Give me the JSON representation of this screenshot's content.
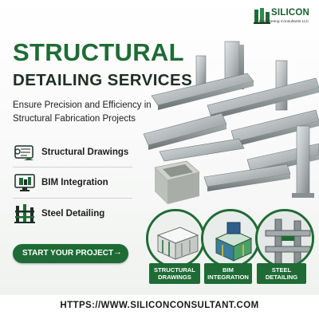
{
  "logo": {
    "name": "SILICON",
    "subtitle": "Engineering Consultants LLC"
  },
  "headline": {
    "line1": "STRUCTURAL",
    "line2": "DETAILING SERVICES"
  },
  "tagline": {
    "line1": "Ensure Precision and Efficiency in",
    "line2": "Structural Fabrication Projects"
  },
  "services": [
    {
      "label": "Structural Drawings",
      "icon": "blueprint-icon"
    },
    {
      "label": "BIM Integration",
      "icon": "bim-monitor-icon"
    },
    {
      "label": "Steel Detailing",
      "icon": "steel-building-icon"
    }
  ],
  "cta": {
    "label": "START YOUR PROJECT",
    "arrow": "→"
  },
  "circles": [
    {
      "line1": "STRUCTURAL",
      "line2": "DRAWINGS"
    },
    {
      "line1": "BIM",
      "line2": "INTEGRATION"
    },
    {
      "line1": "STEEL",
      "line2": "DETAILING"
    }
  ],
  "website": "HTTPS://WWW.SILICONCONSULTANT.COM",
  "colors": {
    "brand_green": "#1f6b35",
    "dark_text": "#1e2f24",
    "steel_gray": "#9aa1a3"
  }
}
